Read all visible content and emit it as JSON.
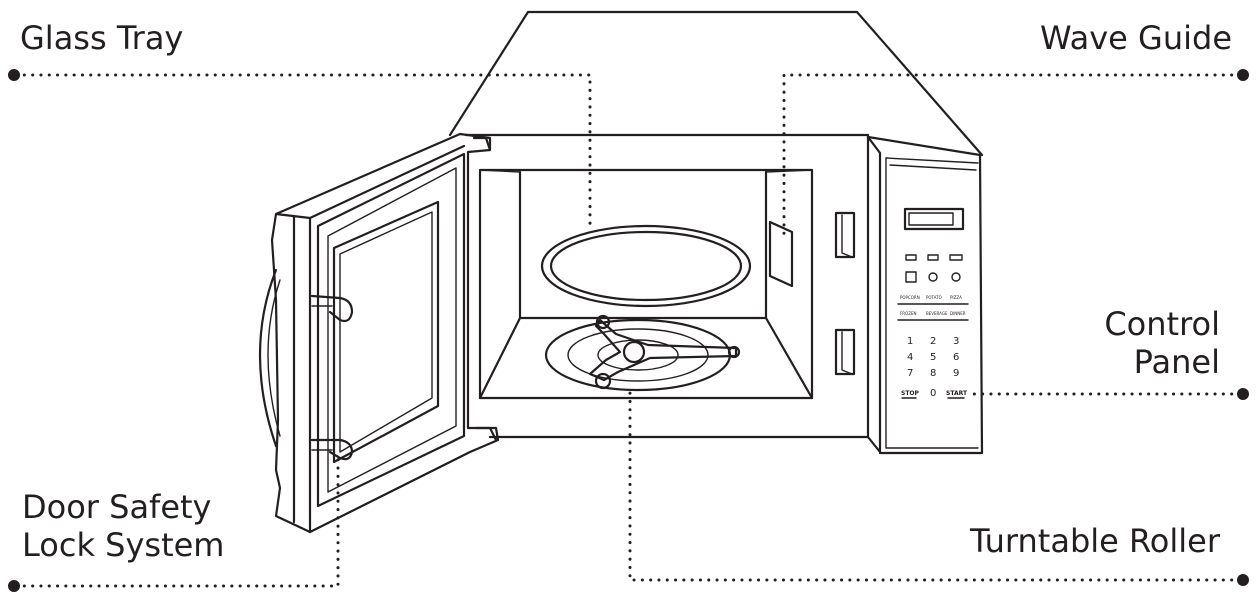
{
  "callouts": {
    "glass_tray": "Glass Tray",
    "wave_guide": "Wave Guide",
    "control_panel_line1": "Control",
    "control_panel_line2": "Panel",
    "door_safety_line1": "Door Safety",
    "door_safety_line2": "Lock System",
    "turntable_roller": "Turntable Roller"
  },
  "control_panel": {
    "keypad_digits": [
      "1",
      "2",
      "3",
      "4",
      "5",
      "6",
      "7",
      "8",
      "9",
      "0"
    ],
    "stop_label": "STOP",
    "start_label": "START"
  },
  "colors": {
    "line": "#231f20",
    "background": "#ffffff"
  }
}
